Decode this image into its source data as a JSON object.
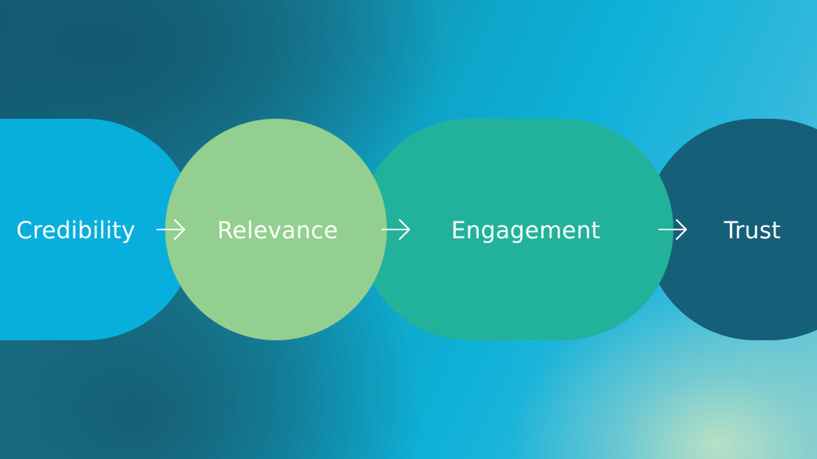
{
  "diagram": {
    "steps": [
      {
        "label": "Credibility",
        "color": "#08afdc"
      },
      {
        "label": "Relevance",
        "color": "#93cf8e"
      },
      {
        "label": "Engagement",
        "color": "#22b29b"
      },
      {
        "label": "Trust",
        "color": "#165f78"
      }
    ],
    "arrow_icon": "right-arrow-icon",
    "text_color": "#ffffff"
  }
}
